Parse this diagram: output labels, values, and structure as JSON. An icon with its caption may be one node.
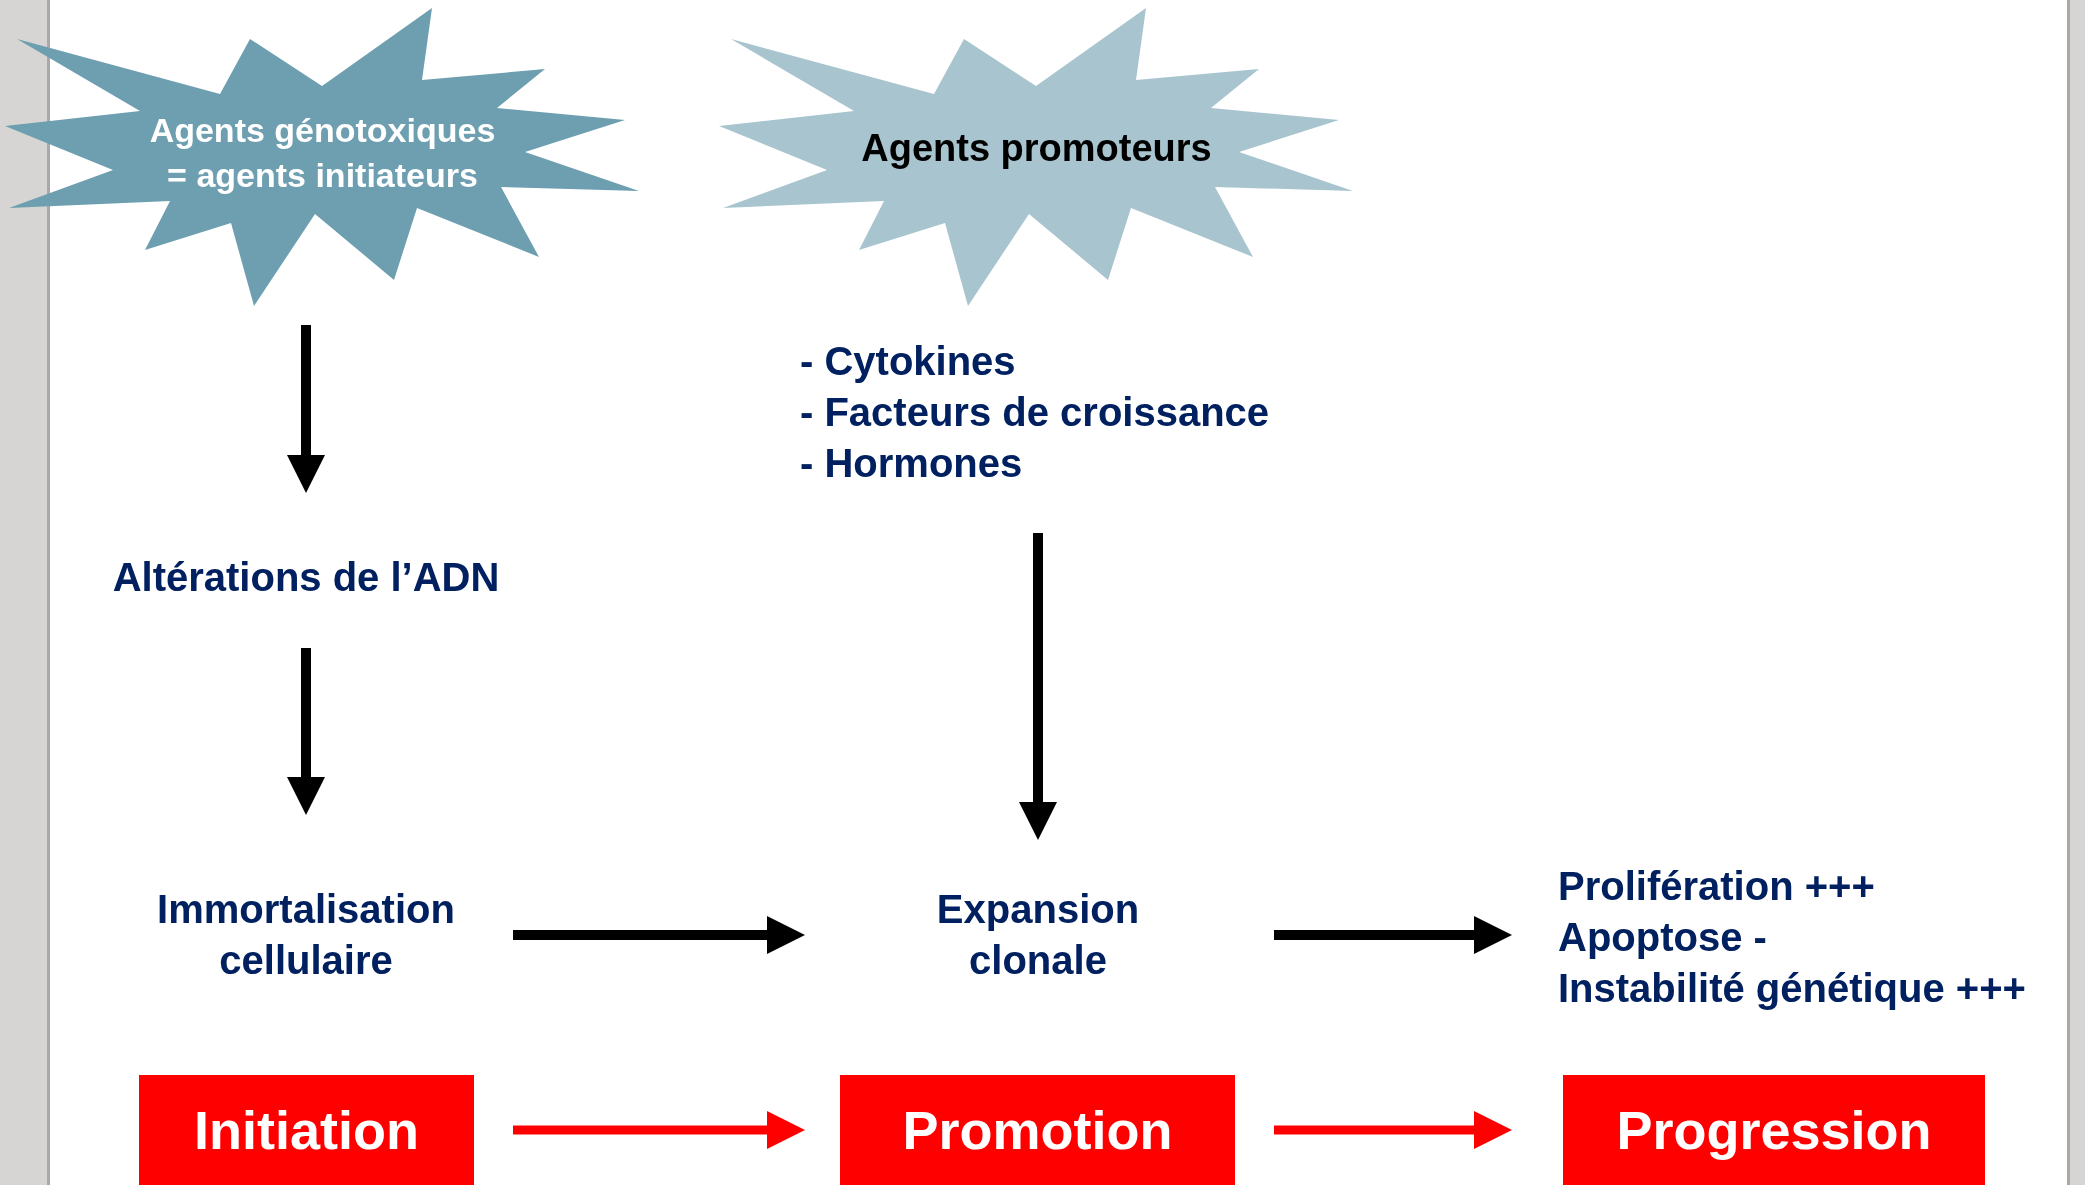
{
  "diagram": {
    "nodes": [
      {
        "text": [
          "Agents génotoxiques = agents initiateurs"
        ]
      },
      {
        "text": [
          "Agents promoteurs"
        ]
      },
      {
        "text": [
          "Altérations de l’ADN"
        ]
      },
      {
        "text": [
          "Immortalisation cellulaire"
        ]
      },
      {
        "text": [
          "- Cytokines",
          "- Facteurs de croissance",
          "- Hormones"
        ]
      },
      {
        "text": [
          "Expansion clonale"
        ]
      },
      {
        "text": [
          "Prolifération +++",
          "Apoptose -",
          "Instabilité génétique +++"
        ]
      },
      {
        "text": [
          "Initiation"
        ]
      },
      {
        "text": [
          "Promotion"
        ]
      },
      {
        "text": [
          "Progression"
        ]
      }
    ],
    "edges": [
      {
        "from": 0,
        "to": 2,
        "arrow": "to"
      },
      {
        "from": 2,
        "to": 3,
        "arrow": "to"
      },
      {
        "from": 4,
        "to": 5,
        "arrow": "to"
      },
      {
        "from": 3,
        "to": 5,
        "arrow": "to"
      },
      {
        "from": 5,
        "to": 6,
        "arrow": "to"
      },
      {
        "from": 7,
        "to": 8,
        "arrow": "to",
        "color": "#ff0000"
      },
      {
        "from": 8,
        "to": 9,
        "arrow": "to",
        "color": "#ff0000"
      }
    ]
  }
}
